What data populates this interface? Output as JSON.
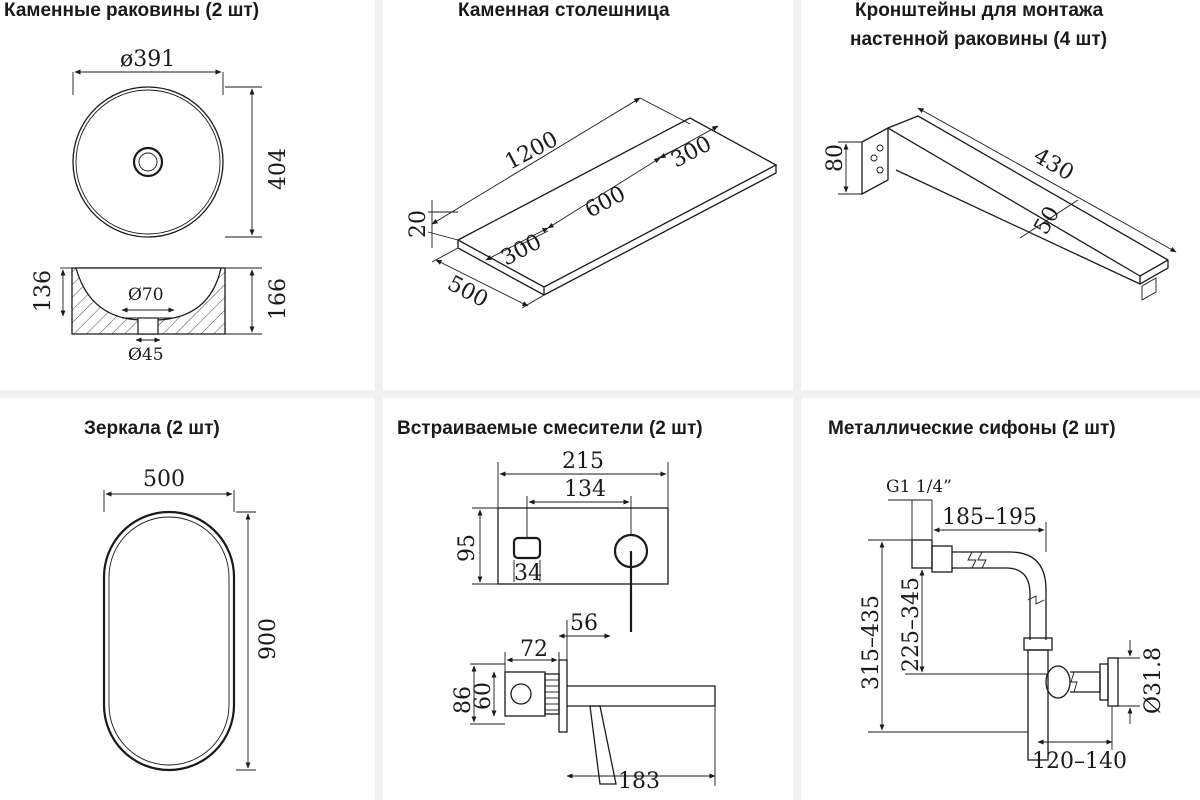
{
  "panels": {
    "sinks": {
      "title": "Каменные раковины (2 шт)",
      "dims": {
        "diameter": "ø391",
        "depth": "404",
        "h_inner": "136",
        "h_outer": "166",
        "d_drain_top": "Ø70",
        "d_drain_bottom": "Ø45"
      }
    },
    "countertop": {
      "title": "Каменная столешница",
      "dims": {
        "length": "1200",
        "hole_right": "300",
        "hole_spacing": "600",
        "hole_left": "300",
        "thickness": "20",
        "width": "500"
      }
    },
    "brackets": {
      "title_line1": "Кронштейны для монтажа",
      "title_line2": "настенной раковины (4 шт)",
      "dims": {
        "height": "80",
        "length": "430",
        "width": "50"
      }
    },
    "mirrors": {
      "title": "Зеркала (2 шт)",
      "dims": {
        "width": "500",
        "height": "900"
      }
    },
    "mixers": {
      "title": "Встраиваемые смесители (2 шт)",
      "dims": {
        "plate_width": "215",
        "spacing": "134",
        "plate_height": "95",
        "handle": "34",
        "depth_a": "72",
        "depth_b": "56",
        "body_h1": "86",
        "body_h2": "60",
        "spout": "183"
      }
    },
    "siphons": {
      "title": "Металлические сифоны (2 шт)",
      "dims": {
        "thread": "G1 1/4”",
        "reach": "185–195",
        "height_total": "315–435",
        "height_inner": "225–345",
        "pipe_d": "Ø31.8",
        "offset": "120–140"
      }
    }
  }
}
